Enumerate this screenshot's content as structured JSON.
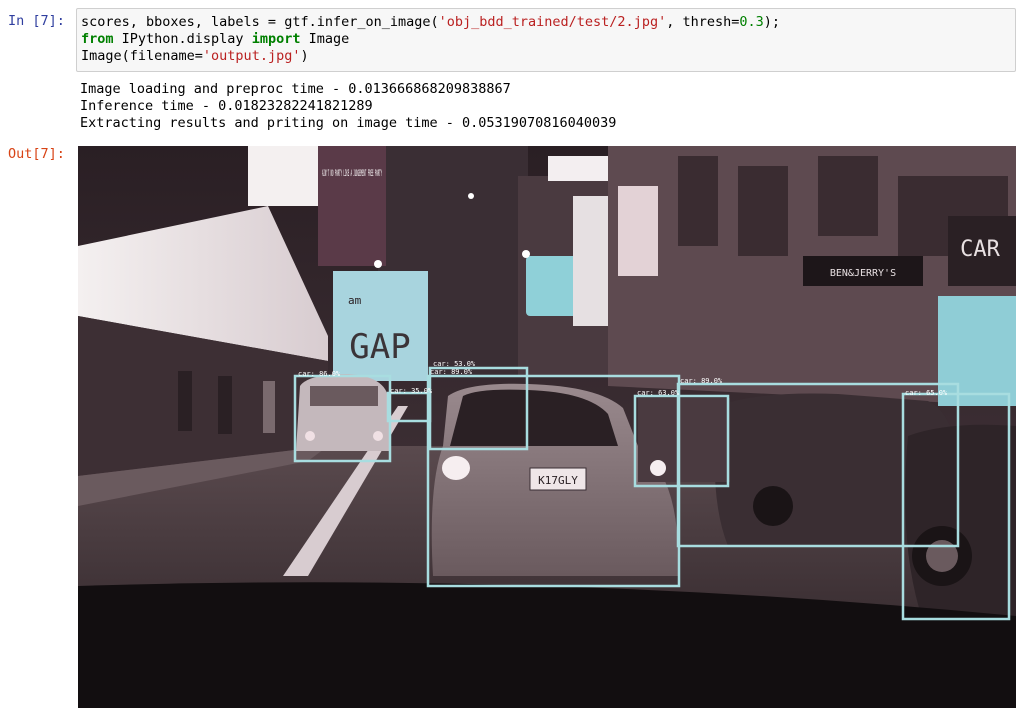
{
  "cell": {
    "in_prompt": "In [7]:",
    "out_prompt": "Out[7]:",
    "code": {
      "line1": {
        "a": "scores, bboxes, labels = gtf.infer_on_image(",
        "str1": "'obj_bdd_trained/test/2.jpg'",
        "b": ", thresh=",
        "num1": "0.3",
        "c": ");"
      },
      "line2": {
        "kw1": "from",
        "a": " IPython.display ",
        "kw2": "import",
        "b": " Image"
      },
      "line3": {
        "a": "Image(filename=",
        "str1": "'output.jpg'",
        "b": ")"
      }
    },
    "stdout": [
      "Image loading and preproc time - 0.013666868209838867",
      "Inference time - 0.01823282241821289",
      "Extracting results and priting on image time - 0.05319070816040039"
    ]
  },
  "image": {
    "box_color": "#a8dde0",
    "signs": {
      "billboard": "AIN'T NO PARTY LIKE A JUDGEMENT FREE PARTY",
      "gap": "GAP",
      "am": "am",
      "bens": "BEN&JERRY'S",
      "car_shop": "CAR",
      "plate": "K17GLY"
    },
    "detections": [
      {
        "label": "car: 86.0%"
      },
      {
        "label": "car: 35.0%"
      },
      {
        "label": "car: 53.0%"
      },
      {
        "label": "car: 89.0%"
      },
      {
        "label": "car: 63.0%"
      },
      {
        "label": "car: 89.0%"
      },
      {
        "label": "car: 65.0%"
      }
    ]
  }
}
